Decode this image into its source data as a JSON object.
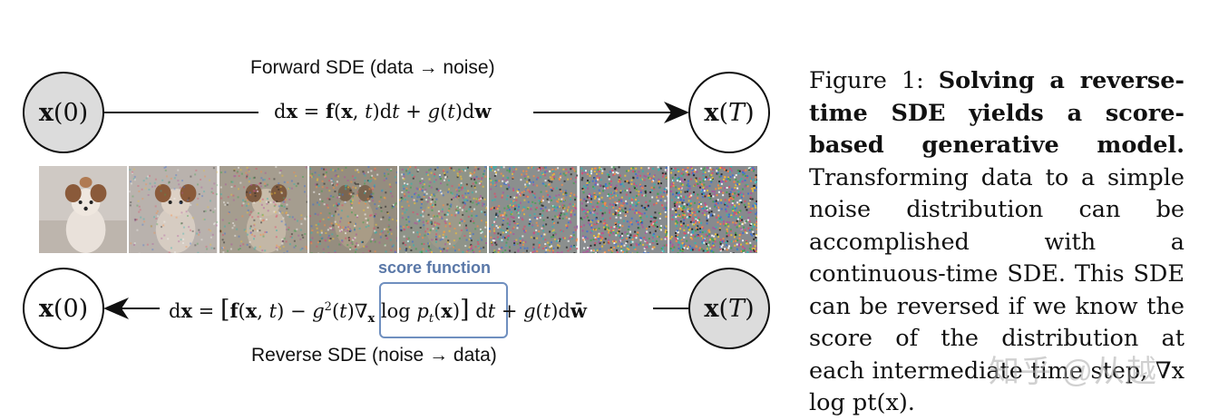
{
  "figure": {
    "forward_label": "Forward SDE (data → noise)",
    "reverse_label": "Reverse SDE (noise → data)",
    "score_label": "score function",
    "node_x0": "x(0)",
    "node_xT": "x(T)",
    "frames": 8
  },
  "caption": {
    "figure_number": "Figure 1:",
    "title": "Solving a reverse-time SDE yields a score-based generative model.",
    "body": "Transforming data to a simple noise distribution can be accomplished with a continuous-time SDE. This SDE can be reversed if we know the score of the distribution at each intermediate time step, ∇x log pt(x)."
  },
  "watermark": "知乎 @从越",
  "colors": {
    "node_gray": "#dcdcdc",
    "score_blue": "#5a78a8"
  }
}
